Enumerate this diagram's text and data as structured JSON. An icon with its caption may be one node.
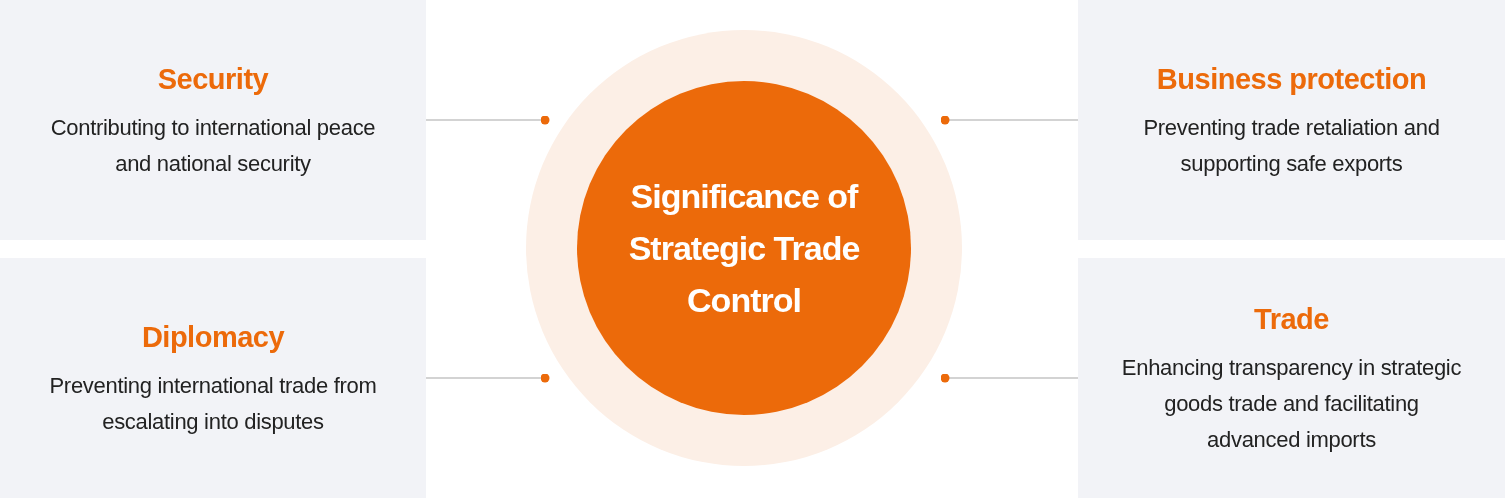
{
  "diagram": {
    "nodes": [
      {
        "text": [
          "Security",
          "Contributing to international peace and national security"
        ]
      },
      {
        "text": [],
        "shape": "circle"
      },
      {
        "text": [
          "Significance of Strategic Trade Control"
        ],
        "in": 1
      },
      {
        "text": [
          "Business protection",
          "Preventing trade retaliation and supporting safe exports"
        ]
      },
      {
        "text": [
          "Diplomacy",
          "Preventing international trade from escalating into disputes"
        ]
      },
      {
        "text": [
          "Trade",
          "Enhancing transparency in strategic goods trade and facilitating advanced imports"
        ]
      }
    ],
    "edges": [
      {
        "from": 0,
        "to": 1,
        "arrow": "other"
      },
      {
        "from": 3,
        "to": 1,
        "arrow": "other"
      },
      {
        "from": 4,
        "to": 1,
        "arrow": "other"
      },
      {
        "from": 5,
        "to": 1,
        "arrow": "other"
      }
    ]
  }
}
